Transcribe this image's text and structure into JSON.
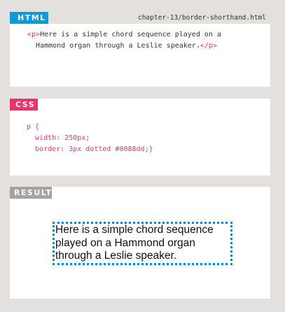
{
  "html_panel": {
    "tab_label": "HTML",
    "filename": "chapter-13/border-shorthand.html",
    "open_tag": "<p>",
    "text_line1": "Here is a simple chord sequence played on a",
    "text_line2": "Hammond organ through a Leslie speaker.",
    "close_tag": "</p>"
  },
  "css_panel": {
    "tab_label": "CSS",
    "lines": [
      "p {",
      "  width: 250px;",
      "  border: 3px dotted #0088dd;}"
    ]
  },
  "result_panel": {
    "tab_label": "RESULT",
    "paragraph": "Here is a simple chord sequence played on a Hammond organ through a Leslie speaker."
  },
  "colors": {
    "html_tab": "#0d9bd8",
    "css_tab": "#e8336d",
    "result_tab": "#a3a3a3",
    "border": "#0088dd"
  }
}
